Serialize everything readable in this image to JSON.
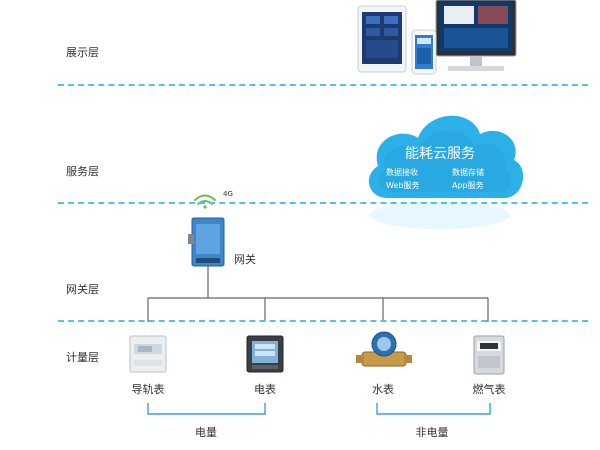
{
  "layers": {
    "display": "展示层",
    "service": "服务层",
    "gateway": "网关层",
    "metering": "计量层"
  },
  "cloud": {
    "title": "能耗云服务",
    "items": [
      "数据接收",
      "数据存储",
      "Web服务",
      "App服务"
    ]
  },
  "gateway": {
    "label": "网关",
    "signal": "4G"
  },
  "devices": [
    "导轨表",
    "电表",
    "水表",
    "燃气表"
  ],
  "groups": {
    "electric": "电量",
    "non_electric": "非电量"
  },
  "colors": {
    "accent": "#4fc3e8",
    "cloud": "#2bb0e8",
    "bracket": "#3aa0e0",
    "line": "#666666"
  }
}
